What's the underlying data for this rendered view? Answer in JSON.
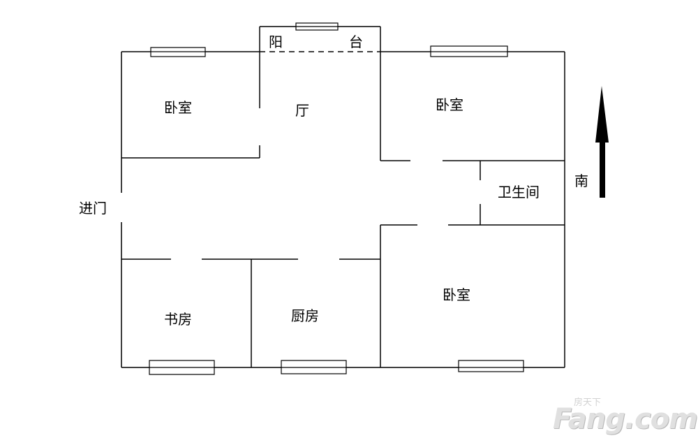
{
  "rooms": {
    "balcony_left": "阳",
    "balcony_right": "台",
    "bedroom_nw": "卧室",
    "hall": "厅",
    "bedroom_ne": "卧室",
    "bathroom": "卫生间",
    "entrance": "进门",
    "study": "书房",
    "kitchen": "厨房",
    "bedroom_se": "卧室"
  },
  "compass": {
    "label": "南",
    "icon": "north-arrow-icon"
  },
  "watermark": {
    "brand": "Fang.com",
    "sub": "房天下"
  }
}
